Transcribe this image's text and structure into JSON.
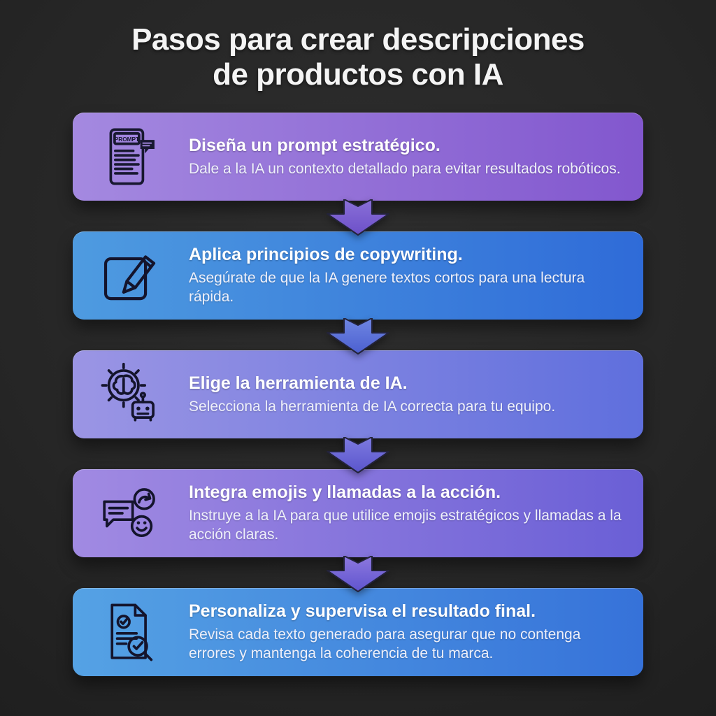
{
  "page": {
    "title_line1": "Pasos para crear descripciones",
    "title_line2": "de productos con IA",
    "background_color": "#262626"
  },
  "steps": [
    {
      "icon": "prompt-tablet-icon",
      "icon_label": "PROMPT",
      "title": "Diseña un prompt estratégico.",
      "body": "Dale a la IA un contexto detallado para evitar resultados robóticos.",
      "colors": {
        "from": "#a489e0",
        "to": "#8257ce"
      }
    },
    {
      "icon": "pencil-edit-icon",
      "title": "Aplica principios de copywriting.",
      "body": "Asegúrate de que la IA genere textos cortos para una lectura rápida.",
      "colors": {
        "from": "#4e9be0",
        "to": "#2f6bd8"
      }
    },
    {
      "icon": "ai-gear-brain-robot-icon",
      "title": "Elige la herramienta de IA.",
      "body": "Selecciona la herramienta de IA correcta para tu equipo.",
      "colors": {
        "from": "#9b95e4",
        "to": "#5f6fdd"
      }
    },
    {
      "icon": "chat-emoji-cta-icon",
      "title": "Integra emojis y llamadas a la acción.",
      "body": "Instruye a la IA para que utilice emojis estratégicos y llamadas a la acción claras.",
      "colors": {
        "from": "#a18ae2",
        "to": "#6a5fd6"
      }
    },
    {
      "icon": "review-checklist-magnifier-icon",
      "title": "Personaliza y supervisa el resultado final.",
      "body": "Revisa cada texto generado para asegurar que no contenga errores y mantenga la coherencia de tu marca.",
      "colors": {
        "from": "#55a2e4",
        "to": "#3672d9"
      }
    }
  ],
  "arrow_colors": [
    {
      "from": "#8a6fd8",
      "to": "#6c50c8"
    },
    {
      "from": "#6f86e2",
      "to": "#4b5fd0"
    },
    {
      "from": "#7d7ae0",
      "to": "#5a55cc"
    },
    {
      "from": "#8d78de",
      "to": "#5f54cf"
    }
  ]
}
